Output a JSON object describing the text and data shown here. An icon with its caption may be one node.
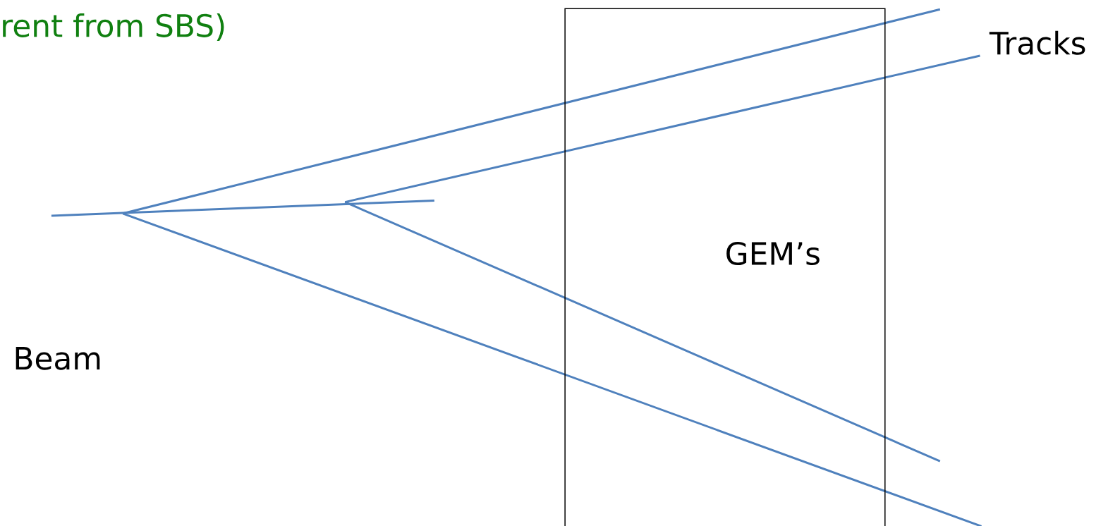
{
  "diagram": {
    "nodes": [
      {
        "text": [
          "GEM’s"
        ]
      }
    ],
    "labels": [
      "rent from SBS)",
      "Tracks",
      "Beam"
    ]
  }
}
